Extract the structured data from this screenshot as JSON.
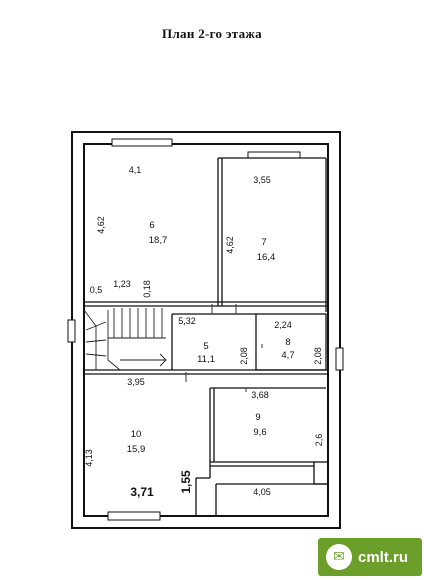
{
  "title": "План 2-го этажа",
  "rooms": [
    {
      "number": "6",
      "area": "18,7"
    },
    {
      "number": "7",
      "area": "16,4"
    },
    {
      "number": "5",
      "area": "11,1"
    },
    {
      "number": "8",
      "area": "4,7"
    },
    {
      "number": "10",
      "area": "15,9"
    },
    {
      "number": "9",
      "area": "9,6"
    }
  ],
  "dimensions": {
    "d1": "4,1",
    "d2": "3,55",
    "d3": "4,62",
    "d4": "4,62",
    "d5": "0,5",
    "d6": "1,23",
    "d7": "0,18",
    "d8": "5,32",
    "d9": "2,24",
    "d10": "2,08",
    "d11": "2,08",
    "d12": "3,95",
    "d13": "3,68",
    "d14": "4,13",
    "d15": "2,6",
    "d16": "3,71",
    "d17": "1,55",
    "d18": "4,05"
  },
  "watermark": {
    "icon": "chat-bubble-icon",
    "text": "cmlt.ru"
  }
}
